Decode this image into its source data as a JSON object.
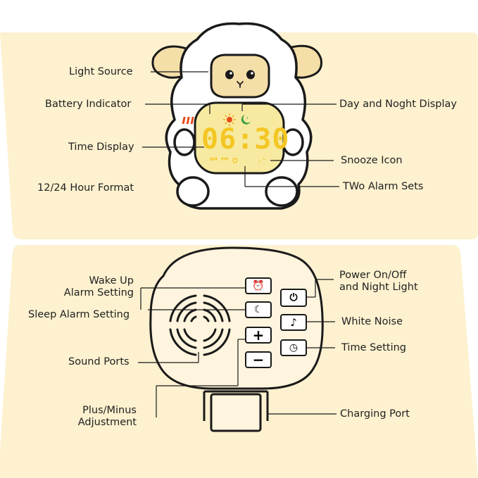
{
  "top": {
    "labels": {
      "light_source": "Light Source",
      "battery_indicator": "Battery Indicator",
      "time_display": "Time Display",
      "hour_format": "12/24 Hour Format",
      "day_night_display": "Day and Noght Display",
      "snooze_icon": "Snooze Icon",
      "two_alarm_sets": "TWo Alarm Sets"
    },
    "lcd": {
      "time": "06:30",
      "am": "AM",
      "pm": "PM"
    }
  },
  "bottom": {
    "labels": {
      "wake_up_line1": "Wake Up",
      "wake_up_line2": "Alarm Setting",
      "sleep_alarm": "Sleep Alarm Setting",
      "sound_ports": "Sound Ports",
      "plus_minus_line1": "Plus/Minus",
      "plus_minus_line2": "Adjustment",
      "power_line1": "Power On/Off",
      "power_line2": "and Night Light",
      "white_noise": "White Noise",
      "time_setting": "Time Setting",
      "charging_port": "Charging Port"
    }
  },
  "colors": {
    "panel_bg": "#fdf1cf",
    "ear": "#f5dfa8",
    "lcd_bg": "#f7eaa0",
    "lcd_digit": "#f3c623",
    "outline": "#1a1a1a",
    "back_body": "#fff4dd"
  }
}
